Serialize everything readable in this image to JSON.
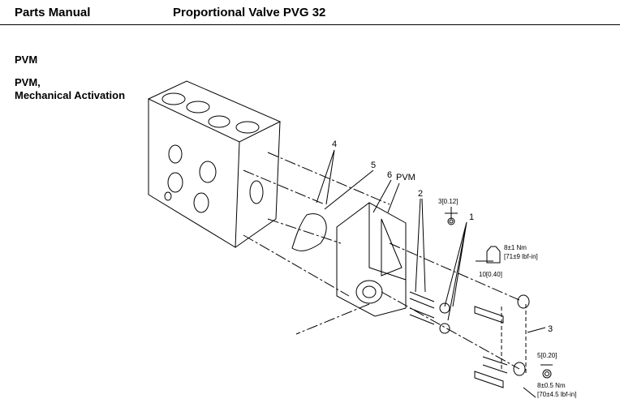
{
  "header": {
    "left": "Parts Manual",
    "center": "Proportional Valve PVG 32"
  },
  "sections": {
    "pvm": "PVM",
    "subtitle_line1": "PVM,",
    "subtitle_line2": "Mechanical Activation"
  },
  "callouts": {
    "c1": "1",
    "c2": "2",
    "c3": "3",
    "c4": "4",
    "c5": "5",
    "c6": "6",
    "pvm": "PVM"
  },
  "dimensions": {
    "d1": "3[0.12]",
    "d2": "10[0.40]",
    "d3": "5[0.20]"
  },
  "torques": {
    "t1_nm": "8±1 Nm",
    "t1_lbf": "[71±9 lbf-in]",
    "t2_nm": "8±0.5 Nm",
    "t2_lbf": "[70±4.5 lbf-in]"
  }
}
